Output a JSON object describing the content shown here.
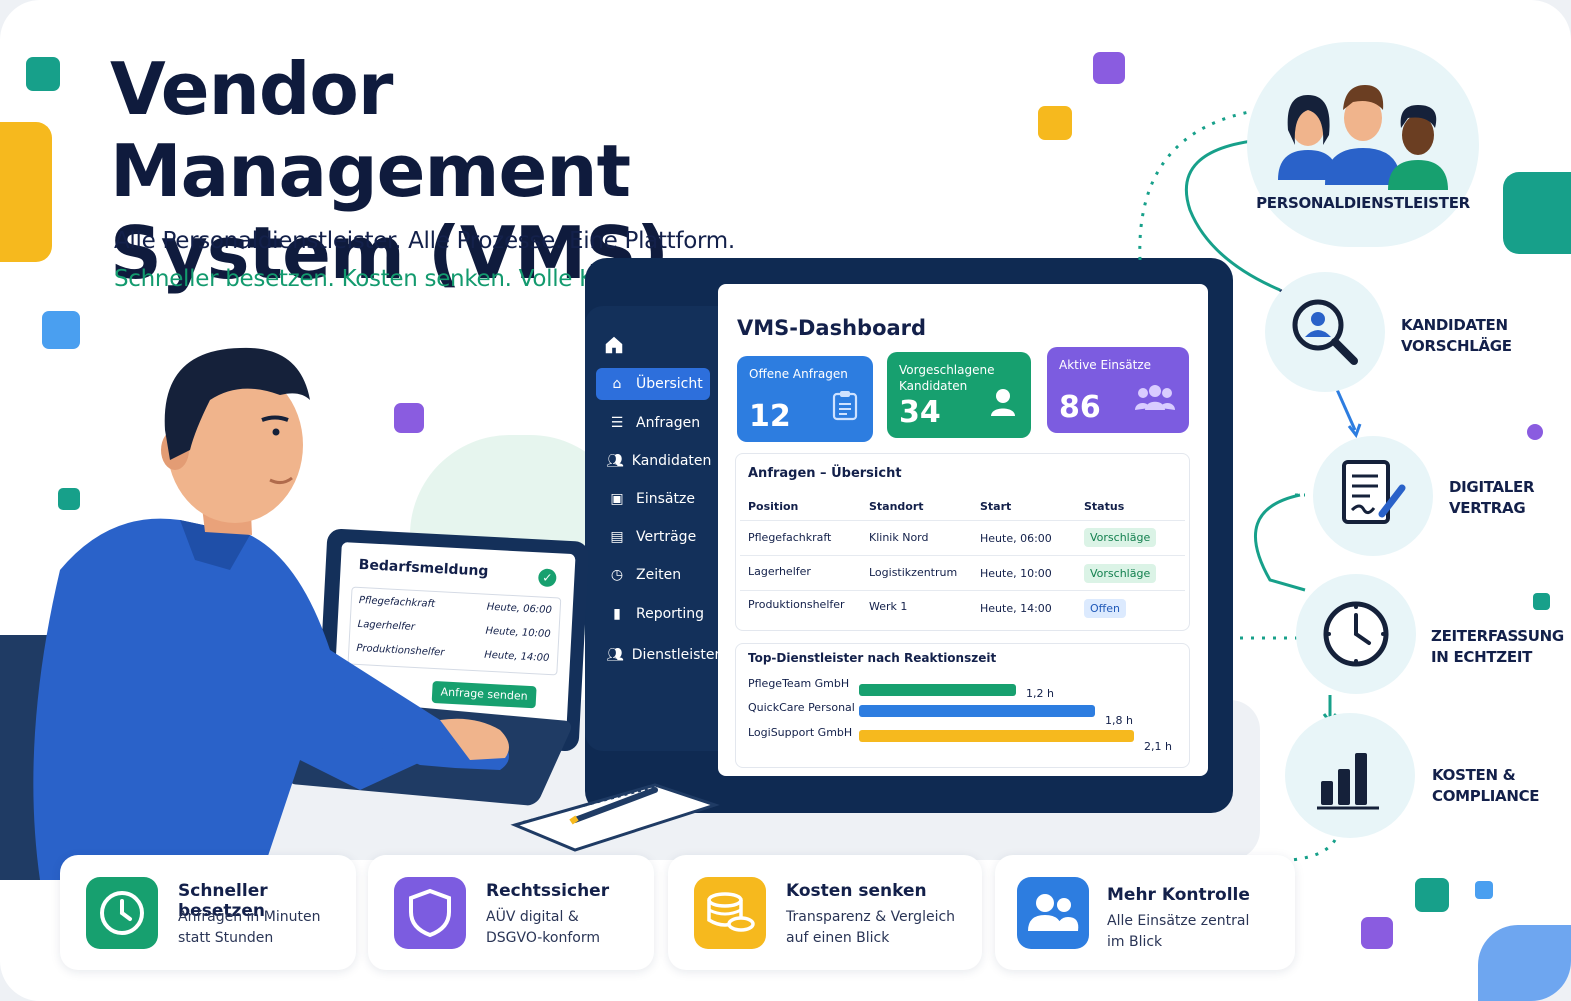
{
  "header": {
    "title_line1": "Vendor Management",
    "title_line2": "System (VMS)",
    "subtitle1": "Alle Personaldienstleister. Alle Prozesse. Eine Plattform.",
    "subtitle2": "Schneller besetzen. Kosten senken. Volle Kontrolle."
  },
  "colors": {
    "navy": "#0f1b3d",
    "teal": "#139a6e",
    "blue": "#2d7de0",
    "green": "#17a06f",
    "purple": "#7c5ce0",
    "yellow": "#f6b91e"
  },
  "sidebar": {
    "home_icon": "home-icon",
    "items": [
      {
        "label": "Übersicht",
        "icon": "home-icon"
      },
      {
        "label": "Anfragen",
        "icon": "list-icon"
      },
      {
        "label": "Kandidaten",
        "icon": "users-icon"
      },
      {
        "label": "Einsätze",
        "icon": "briefcase-icon"
      },
      {
        "label": "Verträge",
        "icon": "document-icon"
      },
      {
        "label": "Zeiten",
        "icon": "clock-icon"
      },
      {
        "label": "Reporting",
        "icon": "bar-chart-icon"
      },
      {
        "label": "Dienstleister",
        "icon": "people-icon"
      }
    ]
  },
  "dashboard": {
    "title": "VMS-Dashboard",
    "kpis": [
      {
        "label": "Offene Anfragen",
        "value": "12",
        "icon": "clipboard-icon"
      },
      {
        "label": "Vorgeschlagene Kandidaten",
        "value": "34",
        "icon": "user-icon"
      },
      {
        "label": "Aktive Einsätze",
        "value": "86",
        "icon": "group-icon"
      }
    ],
    "requests": {
      "title": "Anfragen – Übersicht",
      "headers": [
        "Position",
        "Standort",
        "Start",
        "Status"
      ],
      "rows": [
        [
          "Pflegefachkraft",
          "Klinik Nord",
          "Heute, 06:00",
          "Vorschläge"
        ],
        [
          "Lagerhelfer",
          "Logistikzentrum",
          "Heute, 10:00",
          "Vorschläge"
        ],
        [
          "Produktionshelfer",
          "Werk 1",
          "Heute, 14:00",
          "Offen"
        ]
      ]
    },
    "top_providers": {
      "title": "Top-Dienstleister nach Reaktionszeit",
      "items": [
        {
          "name": "PflegeTeam GmbH",
          "value": "1,2 h",
          "hours": 1.2
        },
        {
          "name": "QuickCare Personal",
          "value": "1,8 h",
          "hours": 1.8
        },
        {
          "name": "LogiSupport GmbH",
          "value": "2,1 h",
          "hours": 2.1
        }
      ]
    }
  },
  "laptop": {
    "title": "Bedarfsmeldung",
    "rows": [
      [
        "Pflegefachkraft",
        "Heute, 06:00"
      ],
      [
        "Lagerhelfer",
        "Heute, 10:00"
      ],
      [
        "Produktionshelfer",
        "Heute, 14:00"
      ]
    ],
    "button": "Anfrage senden"
  },
  "flow": [
    {
      "label": "PERSONALDIENSTLEISTER"
    },
    {
      "label_line1": "KANDIDATEN",
      "label_line2": "VORSCHLÄGE"
    },
    {
      "label_line1": "DIGITALER",
      "label_line2": "VERTRAG"
    },
    {
      "label_line1": "ZEITERFASSUNG",
      "label_line2": "IN ECHTZEIT"
    },
    {
      "label_line1": "KOSTEN &",
      "label_line2": "COMPLIANCE"
    }
  ],
  "cards": [
    {
      "title": "Schneller besetzen",
      "desc1": "Anfragen in Minuten",
      "desc2": "statt Stunden",
      "icon": "clock-icon"
    },
    {
      "title": "Rechtssicher",
      "desc1": "AÜV digital &",
      "desc2": "DSGVO-konform",
      "icon": "shield-icon"
    },
    {
      "title": "Kosten senken",
      "desc1": "Transparenz & Vergleich",
      "desc2": "auf einen Blick",
      "icon": "coins-icon"
    },
    {
      "title": "Mehr Kontrolle",
      "desc1": "Alle Einsätze zentral",
      "desc2": "im Blick",
      "icon": "users-icon"
    }
  ]
}
